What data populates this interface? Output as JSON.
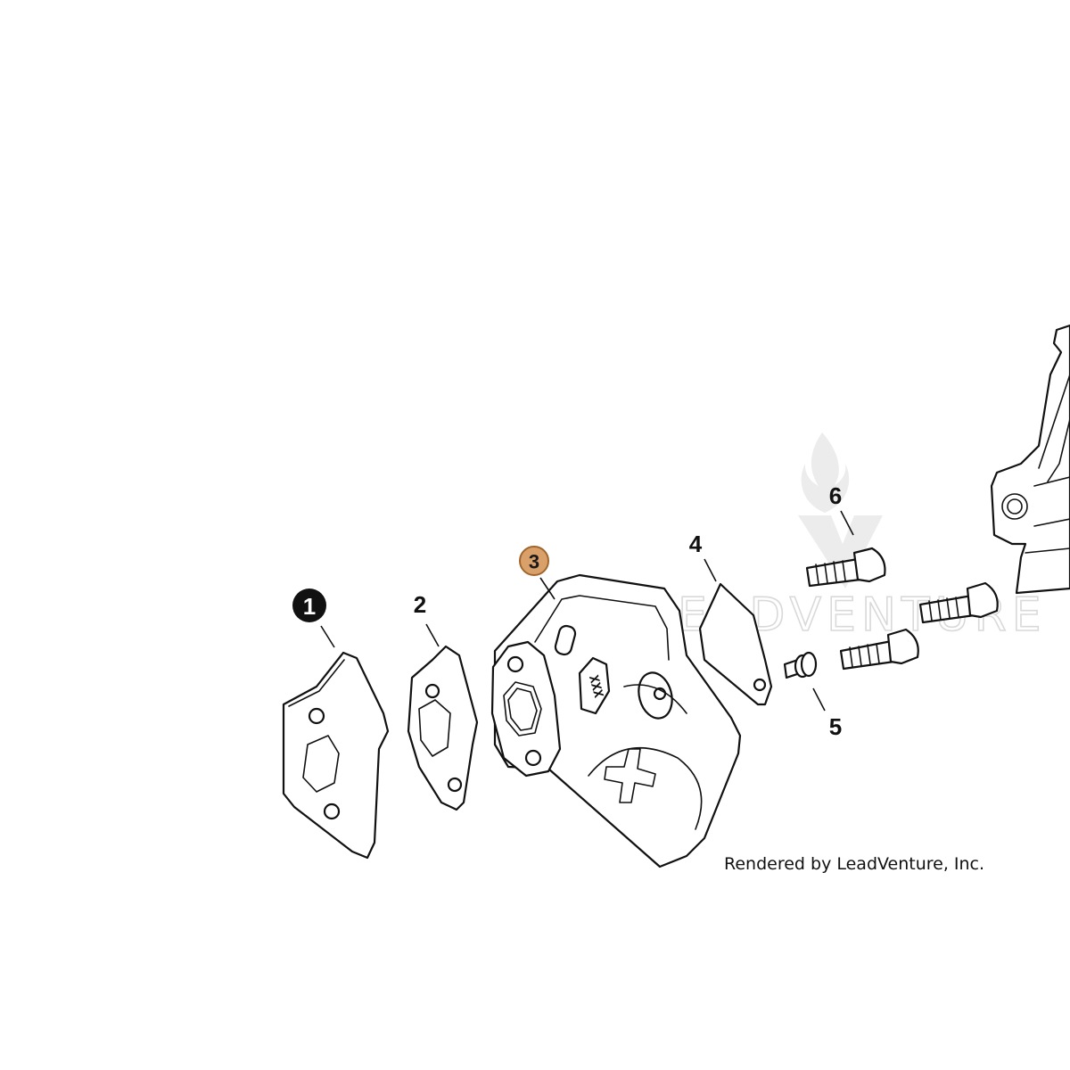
{
  "watermark": {
    "text": "LEADVENTURE"
  },
  "credit": {
    "text": "Rendered by LeadVenture, Inc."
  },
  "callouts": [
    {
      "label": "1",
      "style": "filled-black"
    },
    {
      "label": "2",
      "style": "plain"
    },
    {
      "label": "3",
      "style": "highlighted",
      "color": "#D9A06A",
      "ring": "#A0662C"
    },
    {
      "label": "4",
      "style": "plain"
    },
    {
      "label": "5",
      "style": "plain"
    },
    {
      "label": "6",
      "style": "plain"
    }
  ],
  "part_marking": {
    "text": "XXX"
  },
  "colors": {
    "line": "#111111",
    "highlight": "#D9A06A",
    "watermark": "#D9D9D9"
  }
}
